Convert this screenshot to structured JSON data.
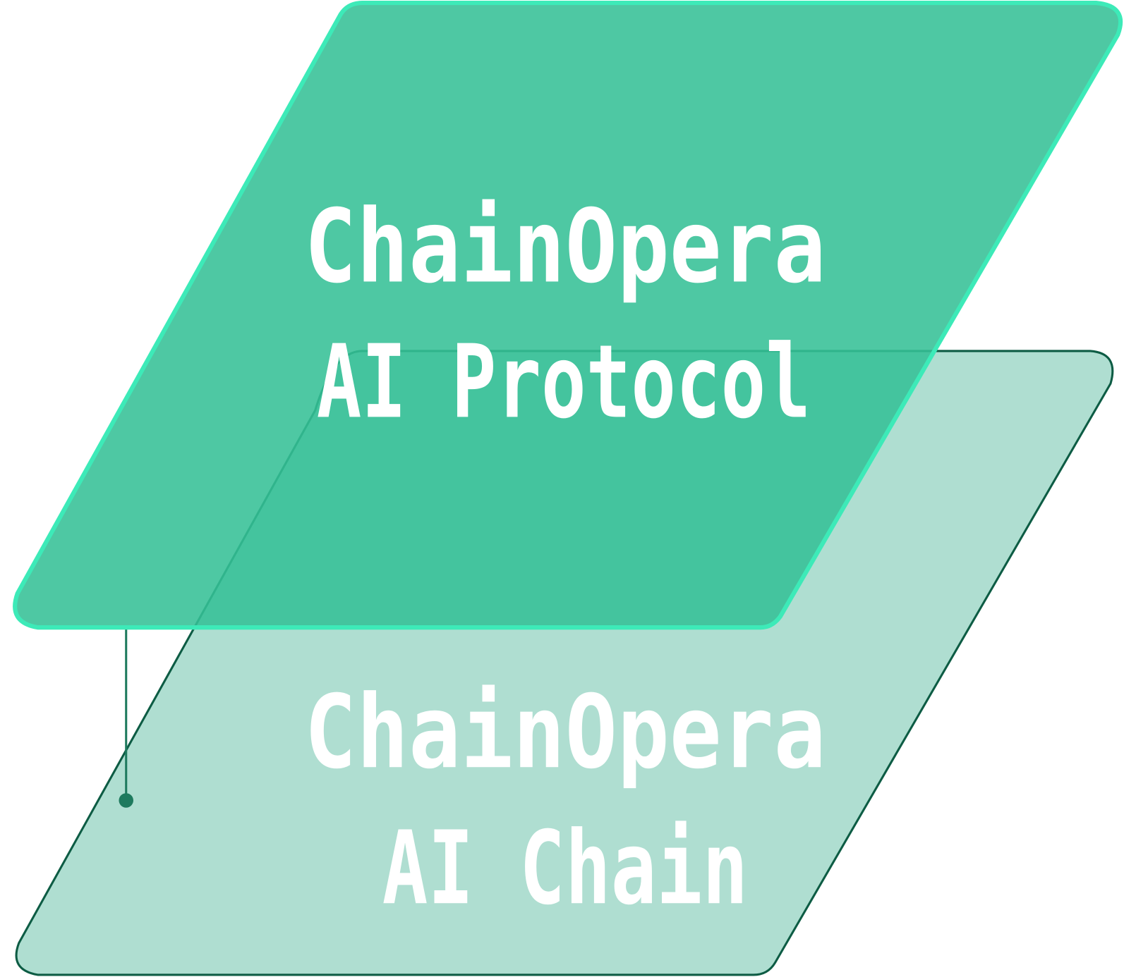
{
  "layers": [
    {
      "line1": "ChainOpera",
      "line2": "AI Protocol",
      "fill": "#36c096",
      "stroke": "#3deab8"
    },
    {
      "line1": "ChainOpera",
      "line2": "AI Chain",
      "fill": "#afded1",
      "stroke": "#0d5c44"
    }
  ],
  "connector_color": "#1e7a5e"
}
